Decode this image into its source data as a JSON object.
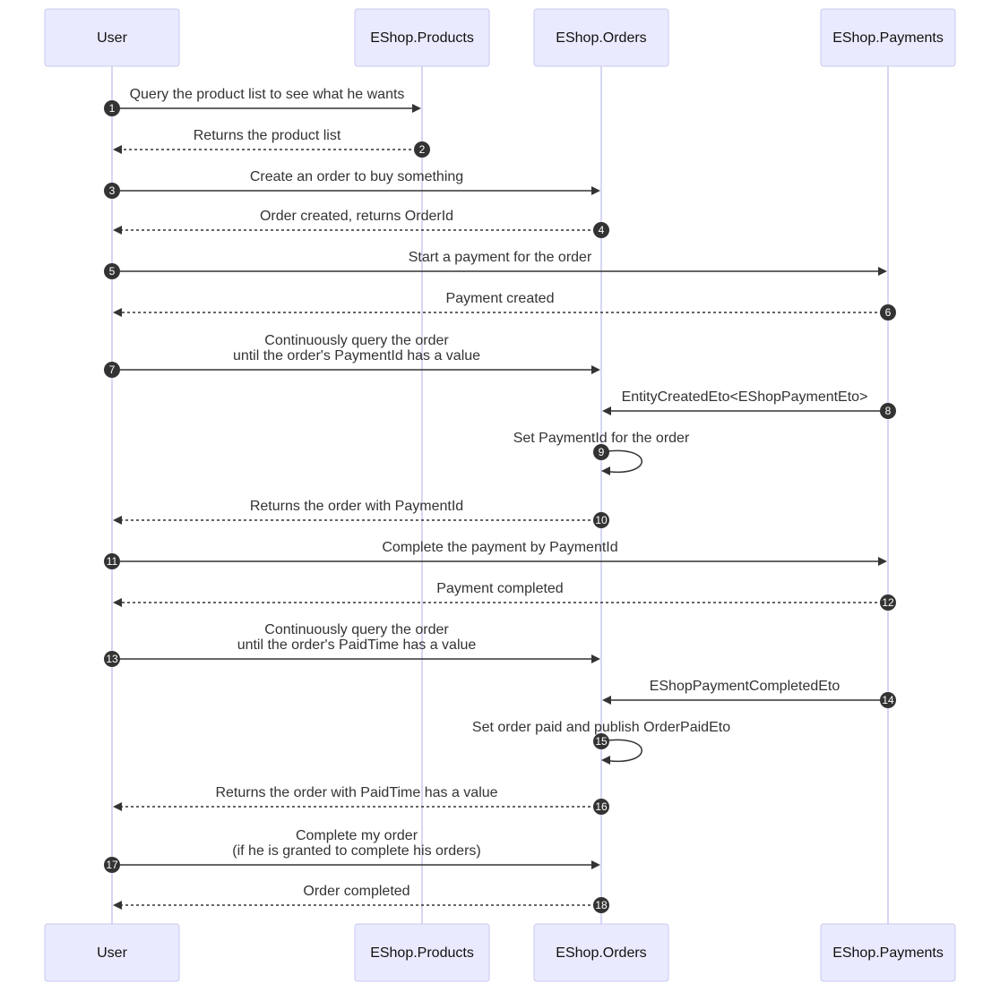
{
  "diagram": {
    "participants": [
      {
        "id": "user",
        "label": "User"
      },
      {
        "id": "products",
        "label": "EShop.Products"
      },
      {
        "id": "orders",
        "label": "EShop.Orders"
      },
      {
        "id": "payments",
        "label": "EShop.Payments"
      }
    ],
    "messages": [
      {
        "seq": "1",
        "from": "user",
        "to": "products",
        "style": "solid",
        "lines": [
          "Query the product list to see what he wants"
        ]
      },
      {
        "seq": "2",
        "from": "products",
        "to": "user",
        "style": "dashed",
        "lines": [
          "Returns the product list"
        ]
      },
      {
        "seq": "3",
        "from": "user",
        "to": "orders",
        "style": "solid",
        "lines": [
          "Create an order to buy something"
        ]
      },
      {
        "seq": "4",
        "from": "orders",
        "to": "user",
        "style": "dashed",
        "lines": [
          "Order created, returns OrderId"
        ]
      },
      {
        "seq": "5",
        "from": "user",
        "to": "payments",
        "style": "solid",
        "lines": [
          "Start a payment for the order"
        ]
      },
      {
        "seq": "6",
        "from": "payments",
        "to": "user",
        "style": "dashed",
        "lines": [
          "Payment created"
        ]
      },
      {
        "seq": "7",
        "from": "user",
        "to": "orders",
        "style": "solid",
        "lines": [
          "Continuously query the order",
          "until the order's PaymentId has a value"
        ]
      },
      {
        "seq": "8",
        "from": "payments",
        "to": "orders",
        "style": "solid",
        "lines": [
          "EntityCreatedEto<EShopPaymentEto>"
        ]
      },
      {
        "seq": "9",
        "from": "orders",
        "to": "orders",
        "style": "solid",
        "lines": [
          "Set PaymentId for the order"
        ]
      },
      {
        "seq": "10",
        "from": "orders",
        "to": "user",
        "style": "dashed",
        "lines": [
          "Returns the order with PaymentId"
        ]
      },
      {
        "seq": "11",
        "from": "user",
        "to": "payments",
        "style": "solid",
        "lines": [
          "Complete the payment by PaymentId"
        ]
      },
      {
        "seq": "12",
        "from": "payments",
        "to": "user",
        "style": "dashed",
        "lines": [
          "Payment completed"
        ]
      },
      {
        "seq": "13",
        "from": "user",
        "to": "orders",
        "style": "solid",
        "lines": [
          "Continuously query the order",
          "until the order's PaidTime has a value"
        ]
      },
      {
        "seq": "14",
        "from": "payments",
        "to": "orders",
        "style": "solid",
        "lines": [
          "EShopPaymentCompletedEto"
        ]
      },
      {
        "seq": "15",
        "from": "orders",
        "to": "orders",
        "style": "solid",
        "lines": [
          "Set order paid and publish OrderPaidEto"
        ]
      },
      {
        "seq": "16",
        "from": "orders",
        "to": "user",
        "style": "dashed",
        "lines": [
          "Returns the order with PaidTime has a value"
        ]
      },
      {
        "seq": "17",
        "from": "user",
        "to": "orders",
        "style": "solid",
        "lines": [
          "Complete my order",
          "(if he is granted to complete his orders)"
        ]
      },
      {
        "seq": "18",
        "from": "orders",
        "to": "user",
        "style": "dashed",
        "lines": [
          "Order completed"
        ]
      }
    ]
  }
}
